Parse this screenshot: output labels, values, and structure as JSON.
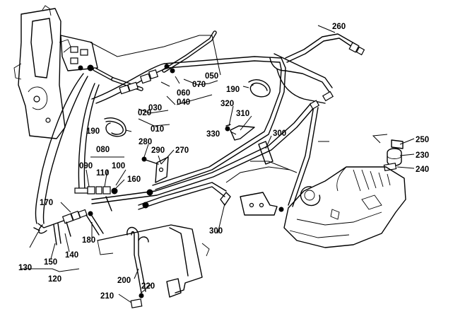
{
  "callouts": [
    {
      "id": "c010",
      "text": "010"
    },
    {
      "id": "c020",
      "text": "020"
    },
    {
      "id": "c030",
      "text": "030"
    },
    {
      "id": "c040",
      "text": "040"
    },
    {
      "id": "c050",
      "text": "050"
    },
    {
      "id": "c060",
      "text": "060"
    },
    {
      "id": "c070",
      "text": "070"
    },
    {
      "id": "c080",
      "text": "080"
    },
    {
      "id": "c090",
      "text": "090"
    },
    {
      "id": "c100",
      "text": "100"
    },
    {
      "id": "c110",
      "text": "110"
    },
    {
      "id": "c120",
      "text": "120"
    },
    {
      "id": "c130",
      "text": "130"
    },
    {
      "id": "c140",
      "text": "140"
    },
    {
      "id": "c150",
      "text": "150"
    },
    {
      "id": "c160",
      "text": "160"
    },
    {
      "id": "c170",
      "text": "170"
    },
    {
      "id": "c180",
      "text": "180"
    },
    {
      "id": "c190a",
      "text": "190"
    },
    {
      "id": "c190b",
      "text": "190"
    },
    {
      "id": "c200",
      "text": "200"
    },
    {
      "id": "c210",
      "text": "210"
    },
    {
      "id": "c220",
      "text": "220"
    },
    {
      "id": "c230",
      "text": "230"
    },
    {
      "id": "c240",
      "text": "240"
    },
    {
      "id": "c250",
      "text": "250"
    },
    {
      "id": "c260",
      "text": "260"
    },
    {
      "id": "c270",
      "text": "270"
    },
    {
      "id": "c280",
      "text": "280"
    },
    {
      "id": "c290",
      "text": "290"
    },
    {
      "id": "c300a",
      "text": "300"
    },
    {
      "id": "c300b",
      "text": "300"
    },
    {
      "id": "c310",
      "text": "310"
    },
    {
      "id": "c320",
      "text": "320"
    },
    {
      "id": "c330",
      "text": "330"
    }
  ]
}
